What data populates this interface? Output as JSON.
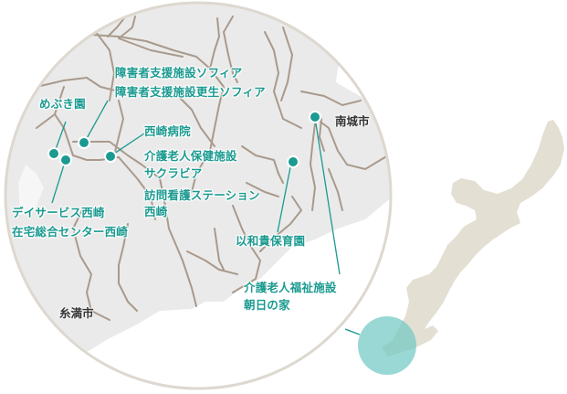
{
  "colors": {
    "accent": "#1a9a90",
    "land": "#ebeaea",
    "road": "#a89a8c",
    "circle_border": "#ddd8d0",
    "island": "#e4dfd3",
    "highlight": "#8fd3cf",
    "city_text": "#333333"
  },
  "cities": [
    {
      "name": "南城市"
    },
    {
      "name": "糸満市"
    }
  ],
  "facilities": [
    {
      "name": "めぶき園"
    },
    {
      "line1": "障害者支援施設ソフィア",
      "line2": "障害者支援施設更生ソフィア"
    },
    {
      "name": "西崎病院"
    },
    {
      "line1": "介護老人保健施設",
      "line2": "サクラビア"
    },
    {
      "line1": "訪問看護ステーション",
      "line2": "西崎"
    },
    {
      "line1": "デイサービス西崎",
      "line2": "在宅総合センター西崎"
    },
    {
      "name": "以和貴保育園"
    },
    {
      "line1": "介護老人福祉施設",
      "line2": "朝日の家"
    }
  ]
}
